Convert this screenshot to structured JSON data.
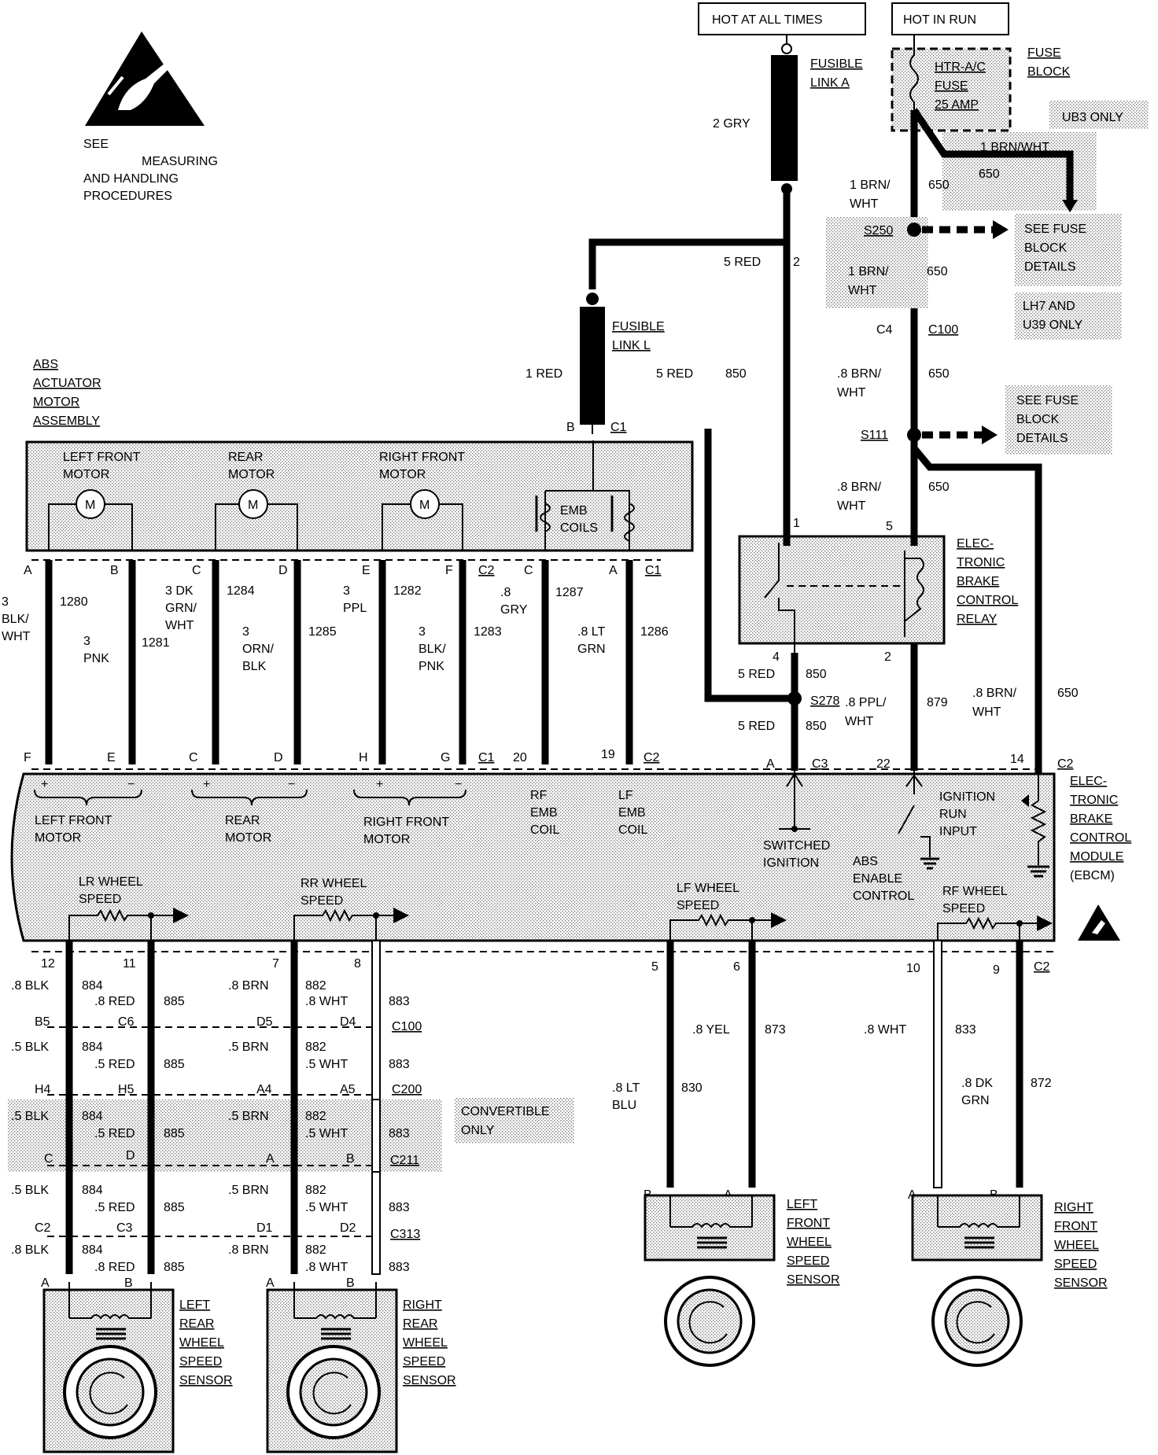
{
  "esd": {
    "line1": "SEE",
    "line2": "MEASURING",
    "line3": "AND HANDLING",
    "line4": "PROCEDURES"
  },
  "power": {
    "hot_all": "HOT AT ALL TIMES",
    "hot_run": "HOT IN RUN"
  },
  "fuse": {
    "title1": "FUSE",
    "title2": "BLOCK",
    "name1": "HTR-A/C",
    "name2": "FUSE",
    "name3": "25 AMP",
    "ub3": "UB3 ONLY",
    "lh7a": "LH7 AND",
    "lh7b": "U39 ONLY"
  },
  "fusible": {
    "a1": "FUSIBLE",
    "a2": "LINK A",
    "l1": "FUSIBLE",
    "l2": "LINK L"
  },
  "refs": {
    "see1": "SEE FUSE",
    "see2": "BLOCK",
    "see3": "DETAILS"
  },
  "splices": {
    "s250": "S250",
    "s111": "S111",
    "s278": "S278"
  },
  "relay": {
    "t1": "ELEC-",
    "t2": "TRONIC",
    "t3": "BRAKE",
    "t4": "CONTROL",
    "t5": "RELAY"
  },
  "actuator": {
    "t1": "ABS",
    "t2": "ACTUATOR",
    "t3": "MOTOR",
    "t4": "ASSEMBLY",
    "lf1": "LEFT FRONT",
    "lf2": "MOTOR",
    "r1": "REAR",
    "r2": "MOTOR",
    "rf1": "RIGHT FRONT",
    "rf2": "MOTOR",
    "emb1": "EMB",
    "emb2": "COILS"
  },
  "ebcm": {
    "t1": "ELEC-",
    "t2": "TRONIC",
    "t3": "BRAKE",
    "t4": "CONTROL",
    "t5": "MODULE",
    "t6": "(EBCM)",
    "lfm1": "LEFT FRONT",
    "lfm2": "MOTOR",
    "rm1": "REAR",
    "rm2": "MOTOR",
    "rfm1": "RIGHT FRONT",
    "rfm2": "MOTOR",
    "rfe1": "RF",
    "rfe2": "EMB",
    "rfe3": "COIL",
    "lfe1": "LF",
    "lfe2": "EMB",
    "lfe3": "COIL",
    "sw1": "SWITCHED",
    "sw2": "IGNITION",
    "ign1": "IGNITION",
    "ign2": "RUN",
    "ign3": "INPUT",
    "abs1": "ABS",
    "abs2": "ENABLE",
    "abs3": "CONTROL",
    "lr1": "LR WHEEL",
    "lr2": "SPEED",
    "rr1": "RR WHEEL",
    "rr2": "SPEED",
    "lf1": "LF WHEEL",
    "lf2": "SPEED",
    "rf1": "RF WHEEL",
    "rf2": "SPEED"
  },
  "connectors": {
    "c1": "C1",
    "c2": "C2",
    "c3": "C3",
    "c4": "C4",
    "c6": "C6",
    "c100": "C100",
    "c200": "C200",
    "c211": "C211",
    "c313": "C313"
  },
  "pins": {
    "A": "A",
    "B": "B",
    "C": "C",
    "D": "D",
    "E": "E",
    "F": "F",
    "G": "G",
    "H": "H",
    "n1": "1",
    "n2": "2",
    "n4": "4",
    "n5": "5",
    "n6": "6",
    "n7": "7",
    "n8": "8",
    "n9": "9",
    "n10": "10",
    "n11": "11",
    "n12": "12",
    "n14": "14",
    "n19": "19",
    "n20": "20",
    "n22": "22",
    "b5": "B5",
    "h4": "H4",
    "h5": "H5",
    "d5": "D5",
    "d4": "D4",
    "a4": "A4",
    "a5": "A5",
    "d1": "D1",
    "d2": "D2"
  },
  "wires": {
    "gry2": "2 GRY",
    "n2": "2",
    "red5": "5 RED",
    "red1": "1 RED",
    "n850": "850",
    "brnwht1a": "1 BRN/",
    "brnwht1b": "WHT",
    "brnwht1": "1 BRN/WHT",
    "n650": "650",
    "brnwht8a": ".8 BRN/",
    "brnwht8b": "WHT",
    "ppl8a": ".8 PPL/",
    "ppl8b": "WHT",
    "n879": "879",
    "blk3a": "3",
    "blk3b": "BLK/",
    "blk3c": "WHT",
    "n1280": "1280",
    "pnk3a": "3",
    "pnk3b": "PNK",
    "n1281": "1281",
    "dkgrn3a": "3 DK",
    "dkgrn3b": "GRN/",
    "dkgrn3c": "WHT",
    "n1284": "1284",
    "orn3a": "3",
    "orn3b": "ORN/",
    "orn3c": "BLK",
    "n1285": "1285",
    "ppl3a": "3",
    "ppl3b": "PPL",
    "n1282": "1282",
    "blkpnk3a": "3",
    "blkpnk3b": "BLK/",
    "blkpnk3c": "PNK",
    "n1283": "1283",
    "gry8a": ".8",
    "gry8b": "GRY",
    "n1287": "1287",
    "ltgrn8a": ".8 LT",
    "ltgrn8b": "GRN",
    "n1286": "1286",
    "blk8": ".8 BLK",
    "red8": ".8 RED",
    "brn8": ".8 BRN",
    "wht8": ".8 WHT",
    "blk5": ".5 BLK",
    "red5w": ".5 RED",
    "brn5": ".5 BRN",
    "wht5": ".5 WHT",
    "n884": "884",
    "n885": "885",
    "n882": "882",
    "n883": "883",
    "yel8": ".8 YEL",
    "n873": "873",
    "ltblu8a": ".8 LT",
    "ltblu8b": "BLU",
    "n830": "830",
    "wht8b": ".8 WHT",
    "n833": "833",
    "dkgrn8a": ".8 DK",
    "dkgrn8b": "GRN",
    "n872": "872"
  },
  "convertible": {
    "l1": "CONVERTIBLE",
    "l2": "ONLY"
  },
  "sensors": {
    "lf1": "LEFT",
    "lf2": "FRONT",
    "lf3": "WHEEL",
    "lf4": "SPEED",
    "lf5": "SENSOR",
    "rf1": "RIGHT",
    "rf2": "FRONT",
    "rf3": "WHEEL",
    "rf4": "SPEED",
    "rf5": "SENSOR",
    "lr1": "LEFT",
    "lr2": "REAR",
    "lr3": "WHEEL",
    "lr4": "SPEED",
    "lr5": "SENSOR",
    "rr1": "RIGHT",
    "rr2": "REAR",
    "rr3": "WHEEL",
    "rr4": "SPEED",
    "rr5": "SENSOR"
  }
}
